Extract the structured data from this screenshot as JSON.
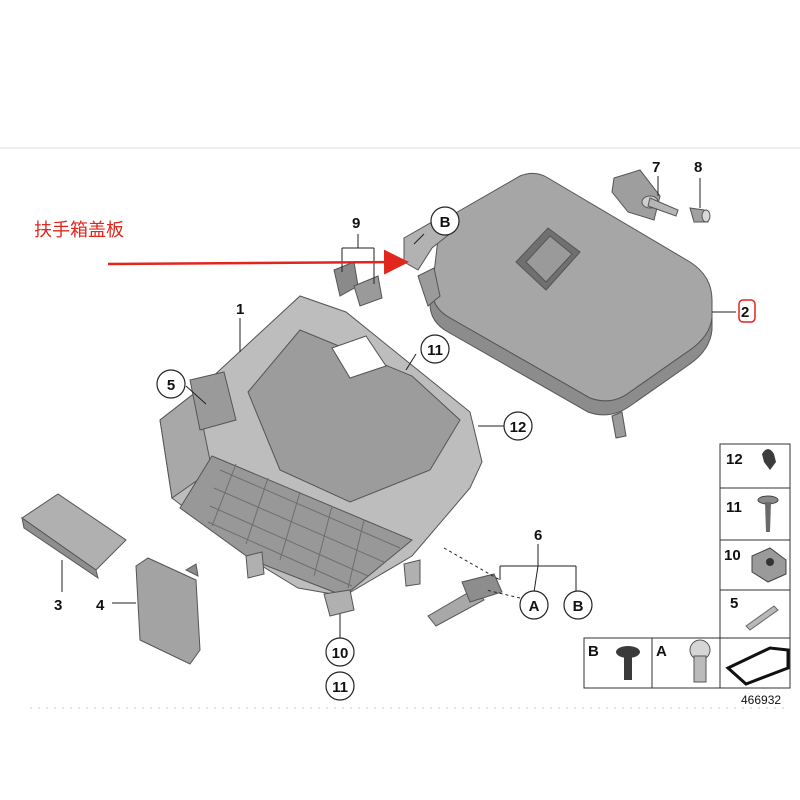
{
  "annotation": {
    "text": "扶手箱盖板",
    "color": "#e0261d"
  },
  "labels": {
    "p1": "1",
    "p2": "2",
    "p3": "3",
    "p4": "4",
    "p5": "5",
    "p6": "6",
    "p7": "7",
    "p8": "8",
    "p9": "9",
    "p10": "10",
    "p11a": "11",
    "p11b": "11",
    "p12": "12",
    "cB1": "B",
    "cA": "A",
    "cB2": "B"
  },
  "legend": {
    "items": [
      "12",
      "11",
      "10",
      "5"
    ],
    "bottom": [
      "B",
      "A"
    ]
  },
  "ref_number": "466932",
  "colors": {
    "part_fill": "#a9a9a9",
    "part_dark": "#8a8a8a",
    "part_light": "#c8c8c8",
    "highlight": "#e0261d"
  }
}
